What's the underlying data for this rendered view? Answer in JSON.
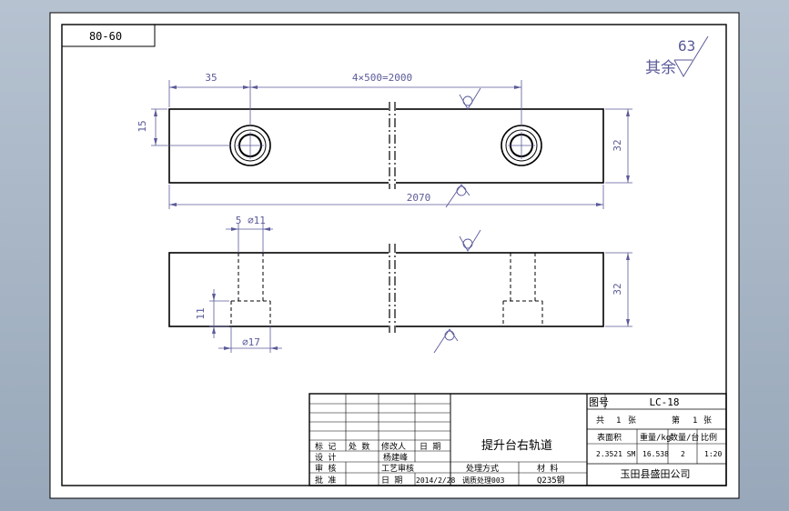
{
  "title_box": {
    "code": "80-60"
  },
  "roughness": {
    "label": "其余",
    "value": "63"
  },
  "top_view": {
    "dim_left": "35",
    "dim_spacing": "4×500=2000",
    "dim_height": "15",
    "dim_right": "32",
    "dim_total": "2070"
  },
  "side_view": {
    "dim_counterbore": "5",
    "dim_hole": "⌀11",
    "dim_depth": "11",
    "dim_cbore_dia": "⌀17",
    "dim_right": "32"
  },
  "title_block": {
    "drawing_no_label": "图号",
    "drawing_no": "LC-18",
    "total_label": "共",
    "total_value": "1",
    "total_unit": "张",
    "sheet_label": "第",
    "sheet_value": "1",
    "sheet_unit": "张",
    "h_area": "表面积",
    "h_weight": "重量/kg",
    "h_qty": "数量/台",
    "h_scale": "比例",
    "v_area": "2.3521 SM",
    "v_weight": "16.538",
    "v_qty": "2",
    "v_scale": "1:20",
    "company": "玉田县盛田公司",
    "part_name": "提升台右轨道",
    "row_mark": "标 记",
    "row_count": "处 数",
    "row_change": "修改人",
    "row_date": "日 期",
    "design_label": "设 计",
    "designer": "杨建峰",
    "review_label": "审 核",
    "process_label": "工艺审核",
    "approve_label": "批 准",
    "date_label": "日 期",
    "date_value": "2014/2/28",
    "treatment_label": "处理方式",
    "treatment_value": "调质处理003",
    "material_label": "材 料",
    "material_value": "Q235钢"
  }
}
